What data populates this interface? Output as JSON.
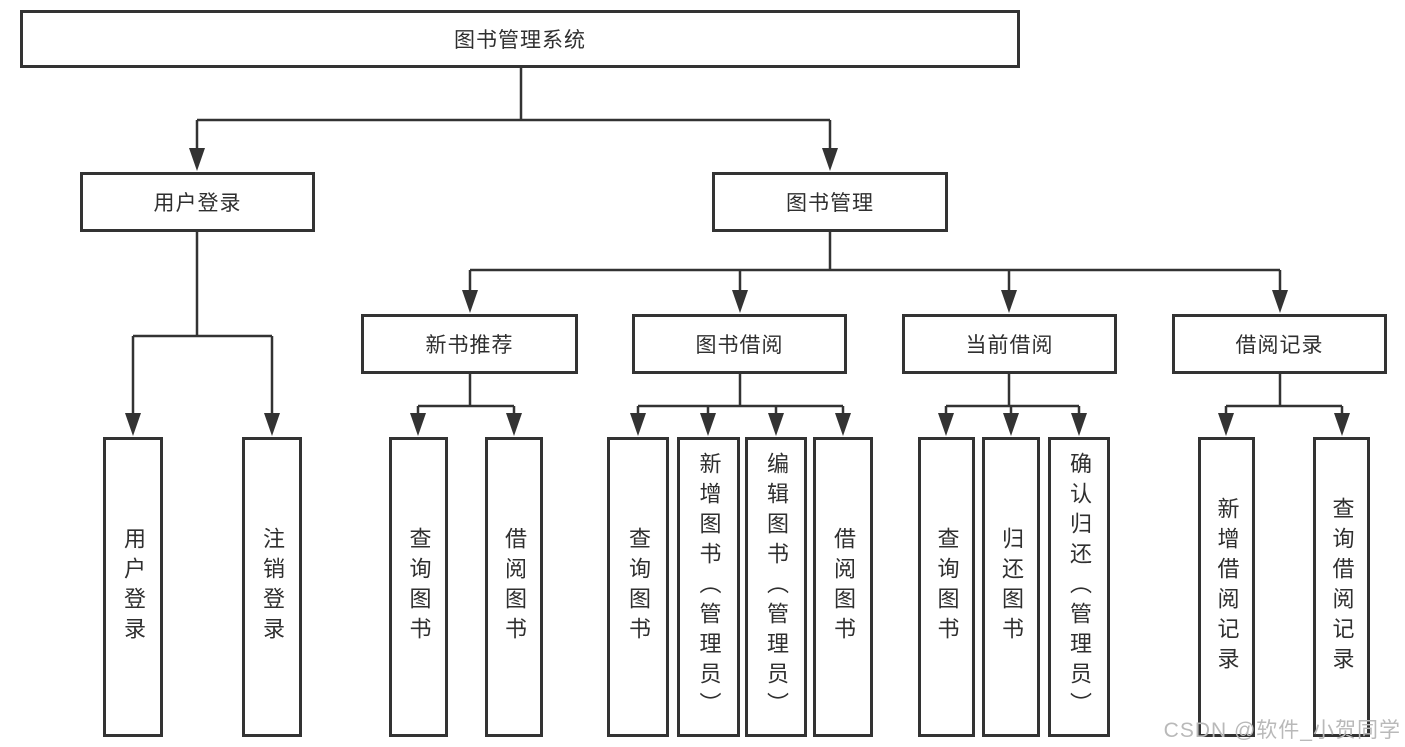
{
  "nodes": {
    "root": {
      "label": "图书管理系统"
    },
    "user_login": {
      "label": "用户登录"
    },
    "book_mgmt": {
      "label": "图书管理"
    },
    "new_book": {
      "label": "新书推荐"
    },
    "book_borrow": {
      "label": "图书借阅"
    },
    "current_borrow": {
      "label": "当前借阅"
    },
    "borrow_records": {
      "label": "借阅记录"
    },
    "leaf_user_login": {
      "label": "用户登录"
    },
    "leaf_logout": {
      "label": "注销登录"
    },
    "leaf_nb_query": {
      "label": "查询图书"
    },
    "leaf_nb_borrow": {
      "label": "借阅图书"
    },
    "leaf_bb_query": {
      "label": "查询图书"
    },
    "leaf_bb_add": {
      "label": "新增图书（管理员）"
    },
    "leaf_bb_edit": {
      "label": "编辑图书（管理员）"
    },
    "leaf_bb_borrow": {
      "label": "借阅图书"
    },
    "leaf_cb_query": {
      "label": "查询图书"
    },
    "leaf_cb_return": {
      "label": "归还图书"
    },
    "leaf_cb_confirm": {
      "label": "确认归还（管理员）"
    },
    "leaf_rec_add": {
      "label": "新增借阅记录"
    },
    "leaf_rec_query": {
      "label": "查询借阅记录"
    }
  },
  "watermark": {
    "text": "CSDN @软件_小贺同学"
  },
  "colors": {
    "line": "#333333",
    "box_border": "#333333",
    "text": "#2f2f2f",
    "background": "#ffffff",
    "watermark": "#b9b9b9"
  }
}
